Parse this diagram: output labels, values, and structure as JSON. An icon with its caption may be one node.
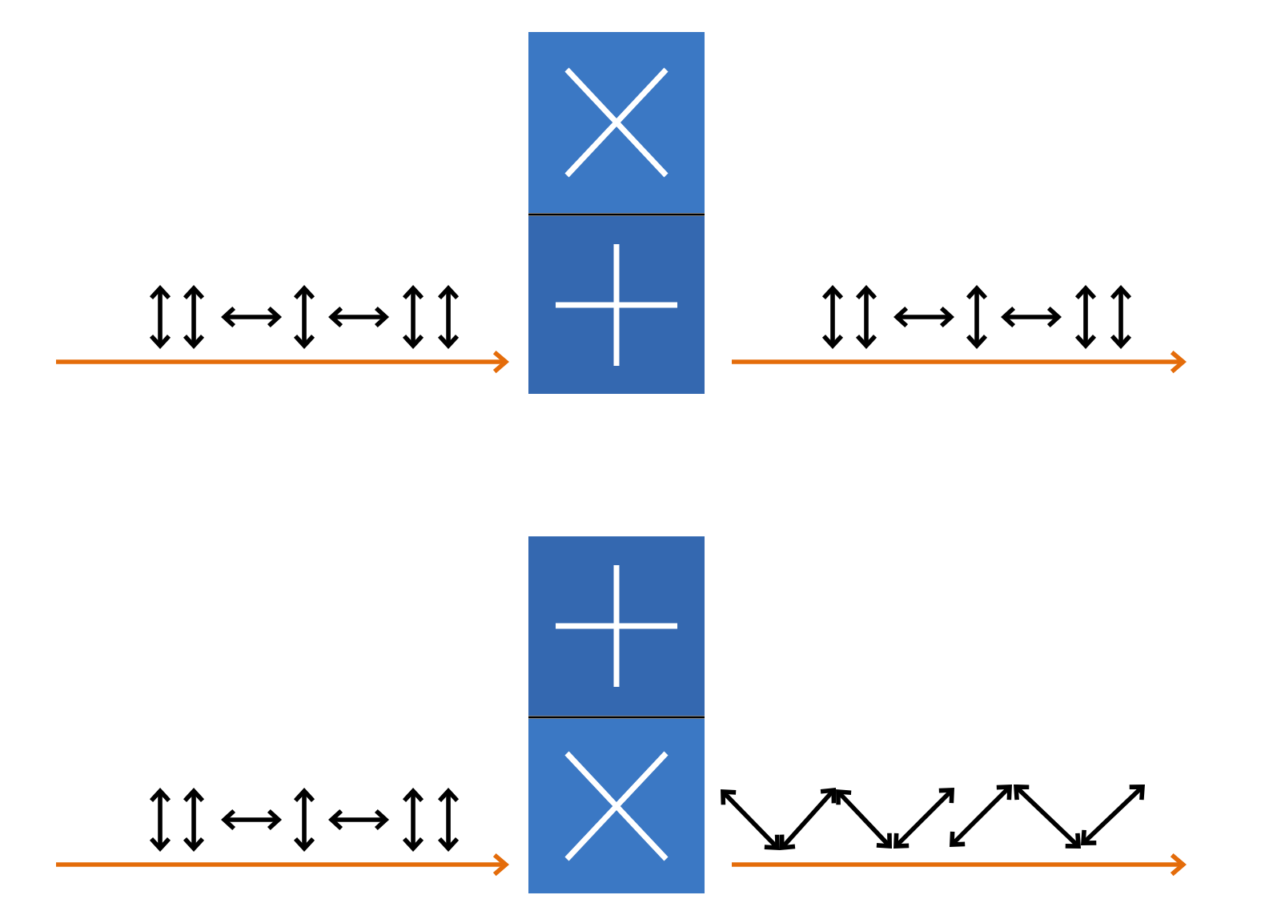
{
  "diagram": {
    "nodes": [
      {
        "text": [],
        "shape": "box"
      },
      {
        "text": [],
        "shape": "box"
      },
      {
        "text": [],
        "shape": "box"
      },
      {
        "text": [],
        "shape": "box"
      }
    ],
    "edges": [
      {
        "from": null,
        "to": 1,
        "arrow": "to"
      },
      {
        "from": 1,
        "to": null,
        "arrow": "to"
      },
      {
        "from": null,
        "to": 3,
        "arrow": "to"
      },
      {
        "from": 3,
        "to": null,
        "arrow": "to"
      }
    ]
  }
}
